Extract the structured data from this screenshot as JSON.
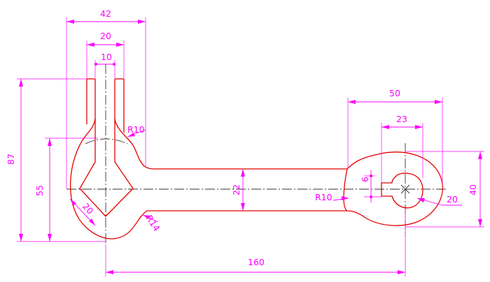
{
  "dimensions": {
    "d42": "42",
    "d20_top": "20",
    "d10": "10",
    "d87": "87",
    "d55": "55",
    "r10_top": "R10",
    "d20_diamond": "20",
    "r14": "R14",
    "d22": "22",
    "d160": "160",
    "d50": "50",
    "d23": "23",
    "d6": "6",
    "r10_right": "R10",
    "d20_right": "20",
    "d40": "40"
  },
  "colors": {
    "outline": "#e60000",
    "dimension": "#ff00ff",
    "centerline": "#333333"
  }
}
